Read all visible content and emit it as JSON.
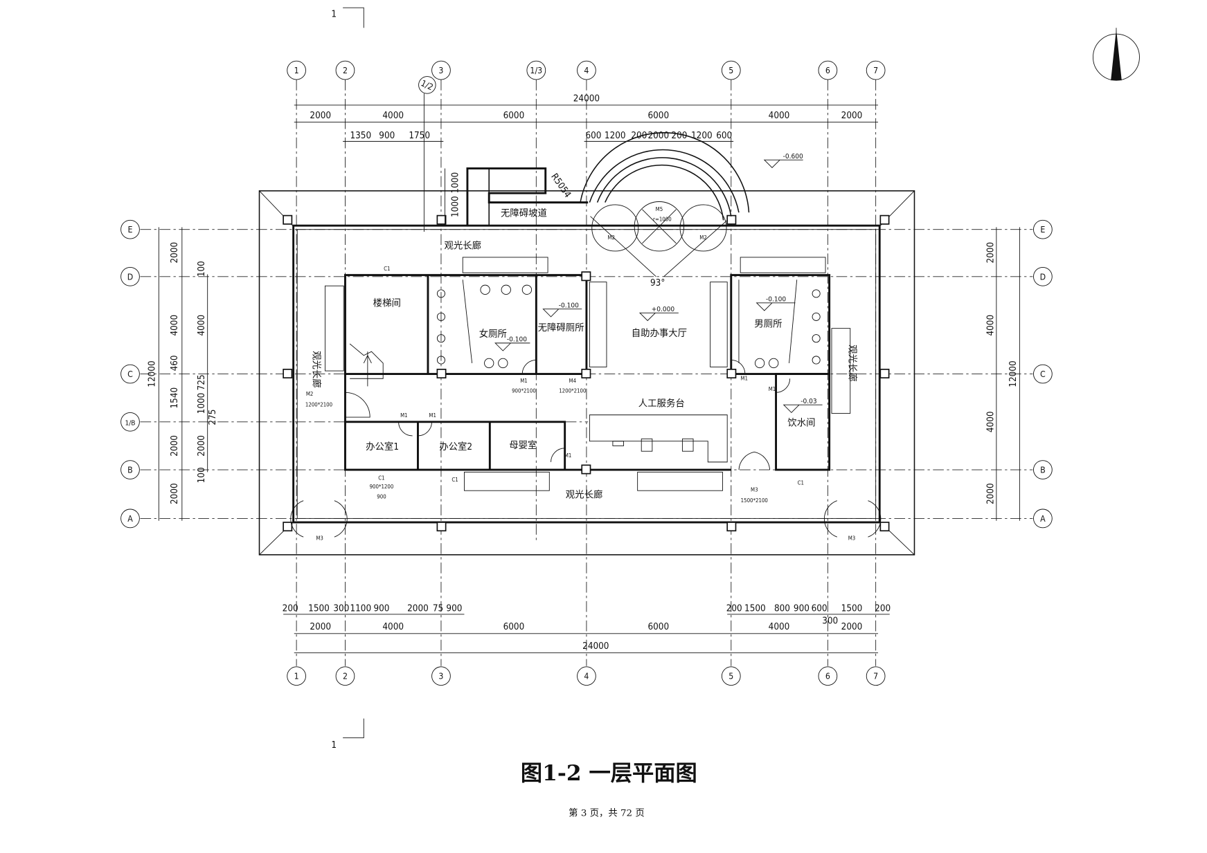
{
  "drawing": {
    "title": "图1-2  一层平面图",
    "page_info": "第 3 页，共 72 页",
    "section_mark": "1"
  },
  "axes_top": [
    "1",
    "2",
    "3",
    "1/3",
    "4",
    "5",
    "6",
    "7"
  ],
  "axis_extra": "1/2",
  "axes_side": [
    "E",
    "D",
    "C",
    "1/B",
    "B",
    "A"
  ],
  "dims_top": {
    "total": "24000",
    "spans": [
      "2000",
      "4000",
      "6000",
      "6000",
      "4000",
      "2000"
    ],
    "detail_left": [
      "1350",
      "900",
      "1750"
    ],
    "detail_right": [
      "600",
      "1200",
      "200",
      "2000",
      "200",
      "1200",
      "600"
    ]
  },
  "dims_bottom": {
    "total": "24000",
    "spans": [
      "2000",
      "4000",
      "6000",
      "6000",
      "4000",
      "2000"
    ],
    "detail_left": [
      "200",
      "1500",
      "300",
      "1100",
      "900",
      "2000",
      "75",
      "900"
    ],
    "detail_right": [
      "200",
      "1500",
      "800",
      "900",
      "600",
      "1500",
      "200"
    ],
    "extra": "300"
  },
  "dims_left": {
    "total": "12000",
    "spans": [
      "2000",
      "4000",
      "1540",
      "2000",
      "2000"
    ],
    "extra": "460",
    "detail": [
      "100",
      "4000",
      "1000",
      "725",
      "275",
      "2000",
      "100"
    ]
  },
  "dims_right": {
    "total": "12000",
    "spans": [
      "2000",
      "4000",
      "4000",
      "2000"
    ]
  },
  "rooms": {
    "gallery_top": "观光长廊",
    "gallery_bottom": "观光长廊",
    "gallery_left": "观光长廊",
    "gallery_right": "观光长廊",
    "stairwell": "楼梯间",
    "womens_wc": "女厕所",
    "accessible_wc": "无障碍厕所",
    "self_service_hall": "自助办事大厅",
    "mens_wc": "男厕所",
    "service_counter": "人工服务台",
    "water_room": "饮水间",
    "office1": "办公室1",
    "office2": "办公室2",
    "nursing_room": "母婴室",
    "ramp": "无障碍坡道"
  },
  "elevations": {
    "outside": "-0.600",
    "accessible_wc": "-0.100",
    "womens_wc": "-0.100",
    "hall": "+0.000",
    "mens_wc": "-0.100",
    "water_room": "-0.03"
  },
  "tags": {
    "c1": "C1",
    "m1": "M1",
    "m2": "M2",
    "m3": "M3",
    "m4": "M4",
    "m5": "M5",
    "m5_radius": "r=1000",
    "size_900x2100": "900*2100",
    "size_1200x2100": "1200*2100",
    "size_1500x2100": "1500*2100",
    "size_900x1200": "900*1200",
    "size_900": "900",
    "ramp_radius": "R5054",
    "angle": "93°",
    "ramp_dims": "1000 1000"
  }
}
